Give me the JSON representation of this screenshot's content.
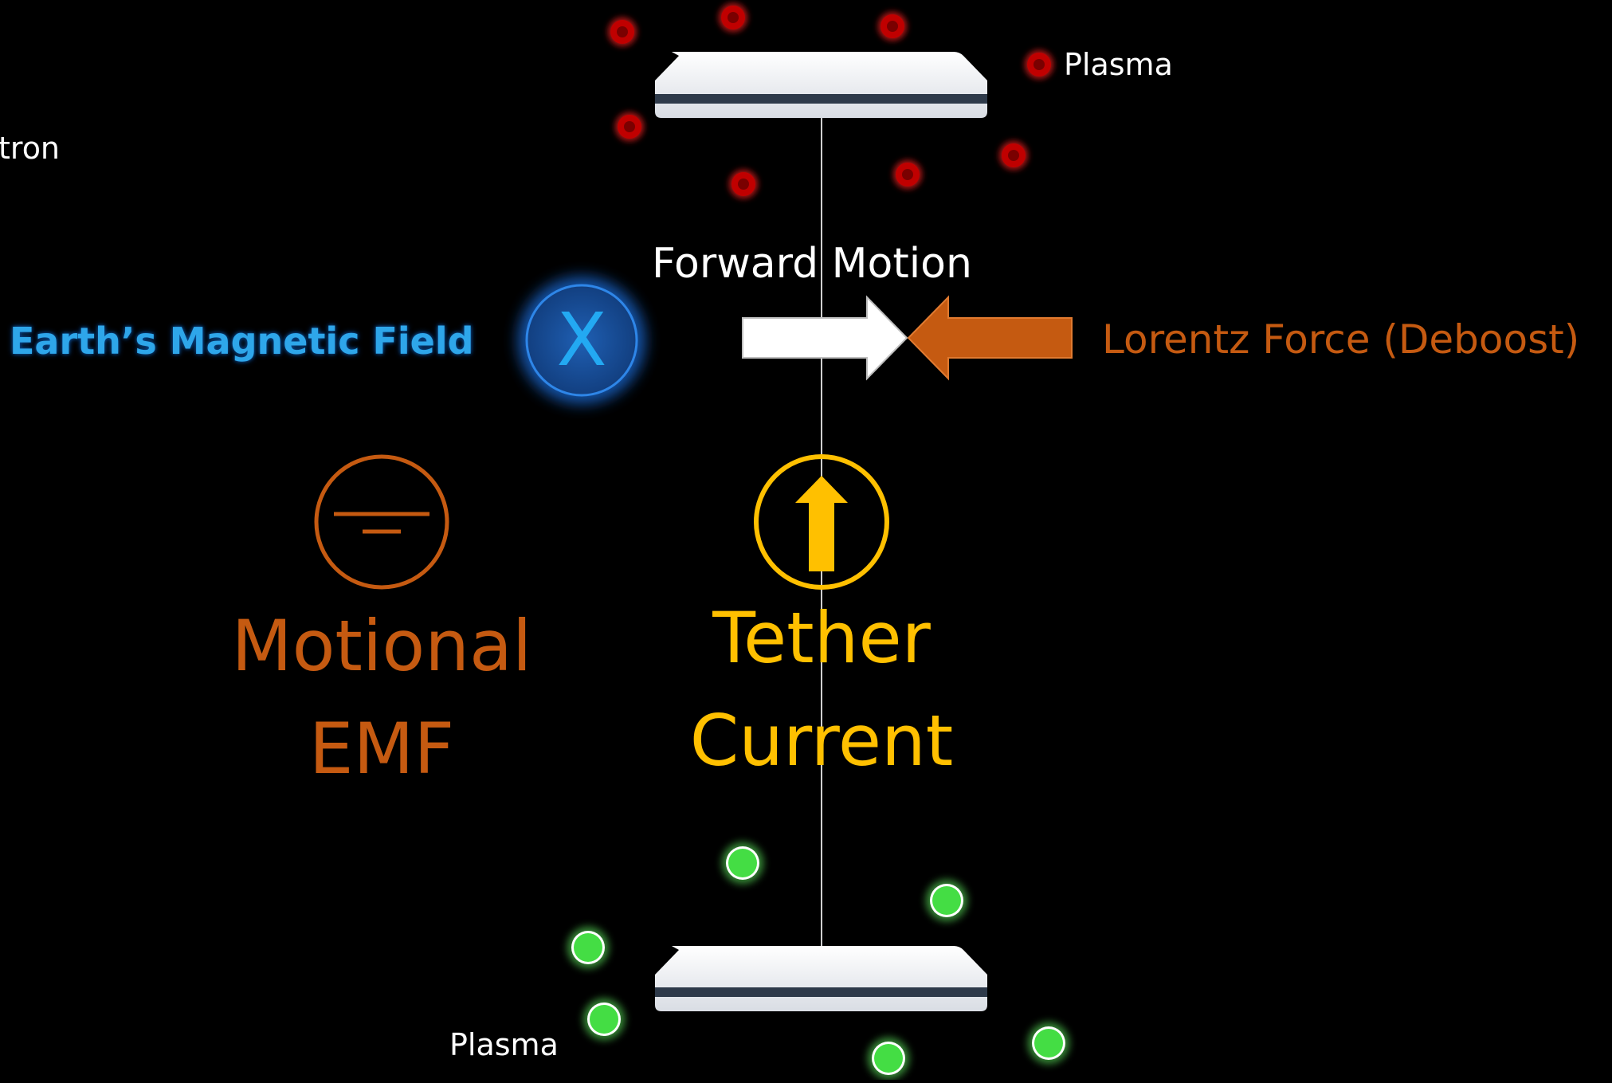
{
  "labels": {
    "plasma_top": "Plasma",
    "plasma_bottom": "Plasma",
    "electron_partial": "tron",
    "forward_motion": "Forward Motion",
    "earth_field": "Earth’s Magnetic Field",
    "field_symbol": "X",
    "lorentz": "Lorentz Force (Deboost)",
    "motional_line1": "Motional",
    "motional_line2": "EMF",
    "tether_line1": "Tether",
    "tether_line2": "Current"
  },
  "colors": {
    "background": "#000000",
    "text_white": "#ffffff",
    "field_blue": "#1ea0e8",
    "field_glow": "#1462c8",
    "orange": "#c55a11",
    "gold": "#ffc000",
    "plasma_red": "#c00000",
    "plasma_green": "#44dd44",
    "plate": "#eef0f4",
    "plate_band": "#2e3a4a"
  },
  "icons": {
    "field": "into-page-x-icon",
    "emf": "ground-symbol-icon",
    "current": "up-arrow-circle-icon"
  }
}
